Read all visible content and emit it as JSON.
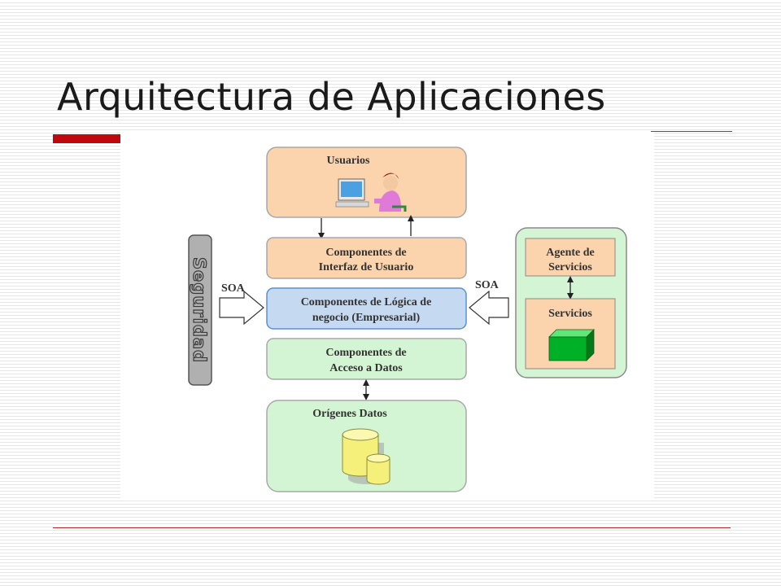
{
  "title": "Arquitectura de Aplicaciones",
  "diagram": {
    "usuarios": "Usuarios",
    "interfaz": [
      "Componentes de",
      "Interfaz de Usuario"
    ],
    "logica": [
      "Componentes de Lógica de",
      "negocio (Empresarial)"
    ],
    "acceso": [
      "Componentes de",
      "Acceso a Datos"
    ],
    "origenes": "Orígenes Datos",
    "seguridad": "Seguridad",
    "soa_left": "SOA",
    "soa_right": "SOA",
    "agente": [
      "Agente de",
      "Servicios"
    ],
    "servicios": "Servicios"
  },
  "colors": {
    "accent_red": "#c0070d",
    "orange_box": "#fbd3ac",
    "blue_box": "#c5d9f1",
    "green_box": "#d4f5d4",
    "security_bar": "#b0b0b0",
    "service_cube": "#00a020",
    "database": "#f5f07a"
  },
  "icons": [
    "user-at-computer-icon",
    "database-icon",
    "service-cube-icon"
  ]
}
